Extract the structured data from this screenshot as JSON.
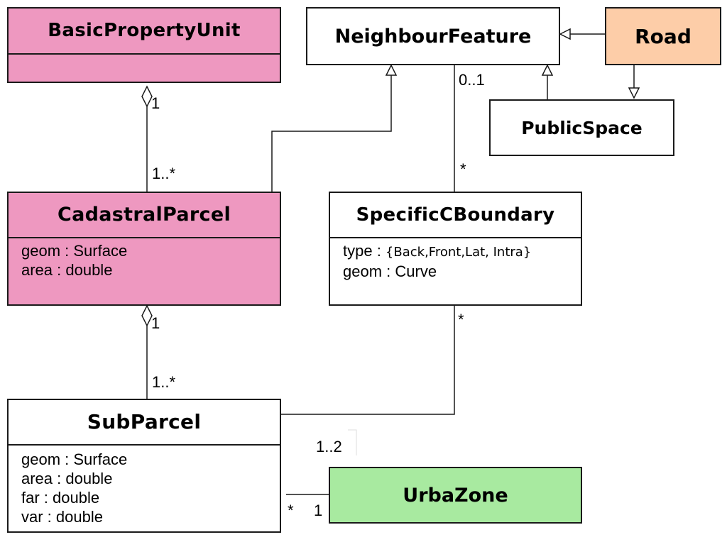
{
  "colors": {
    "pink": "#EE98C0",
    "orange": "#FDCDA8",
    "green": "#A8EAA0",
    "white": "#FFFFFF",
    "line": "#1A1A1A"
  },
  "classes": {
    "basic_property_unit": {
      "name": "BasicPropertyUnit",
      "attributes": []
    },
    "neighbour_feature": {
      "name": "NeighbourFeature"
    },
    "road": {
      "name": "Road"
    },
    "public_space": {
      "name": "PublicSpace"
    },
    "cadastral_parcel": {
      "name": "CadastralParcel",
      "attributes": [
        "geom : Surface",
        "area : double"
      ]
    },
    "specific_c_boundary": {
      "name": "SpecificCBoundary",
      "attributes": [
        {
          "label": "type : ",
          "value": "{Back,Front,Lat, Intra}"
        },
        {
          "label": "geom : Curve"
        }
      ]
    },
    "sub_parcel": {
      "name": "SubParcel",
      "attributes": [
        "geom : Surface",
        "area : double",
        "far : double",
        "var : double"
      ]
    },
    "urba_zone": {
      "name": "UrbaZone"
    }
  },
  "multiplicities": {
    "bpu_end": "1",
    "cp_top_end": "1..*",
    "cp_bottom_end": "1",
    "sp_top_end": "1..*",
    "nf_end": "0..1",
    "scb_top_end": "*",
    "scb_bottom_end": "*",
    "sp_right_end": "1..2",
    "sp_zone_star": "*",
    "zone_end": "1"
  }
}
